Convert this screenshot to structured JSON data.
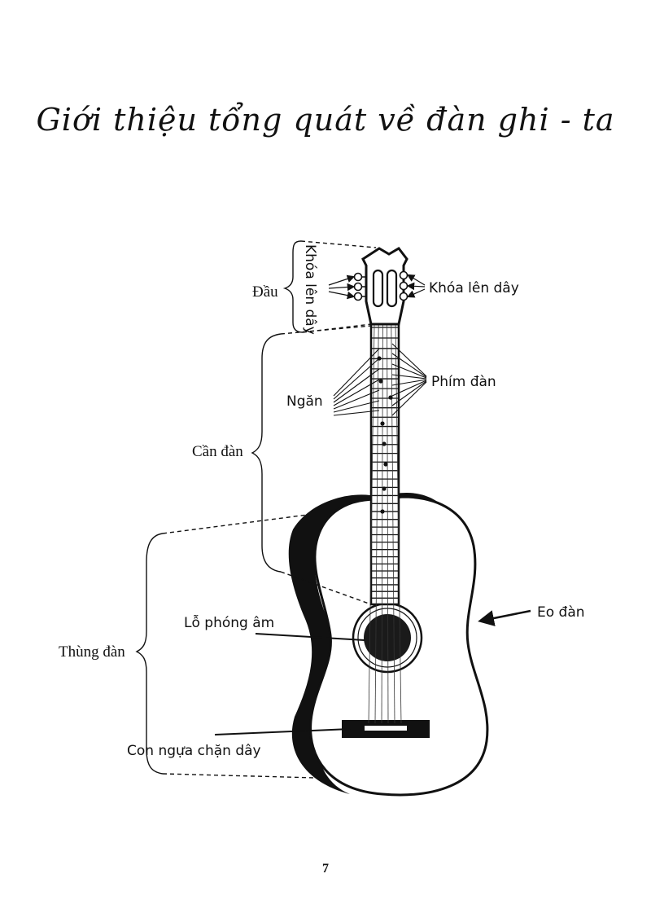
{
  "title": "Giới thiệu tổng quát về đàn ghi - ta",
  "page_number": "7",
  "labels": {
    "head": "Đầu",
    "tuning_keys_vertical": "Khóa lên dây",
    "tuning_keys_right": "Khóa lên dây",
    "frets": "Phím đàn",
    "fret_spaces": "Ngăn",
    "neck": "Cần đàn",
    "body": "Thùng đàn",
    "waist": "Eo đàn",
    "sound_hole": "Lỗ phóng âm",
    "bridge": "Con ngựa chặn dây"
  }
}
